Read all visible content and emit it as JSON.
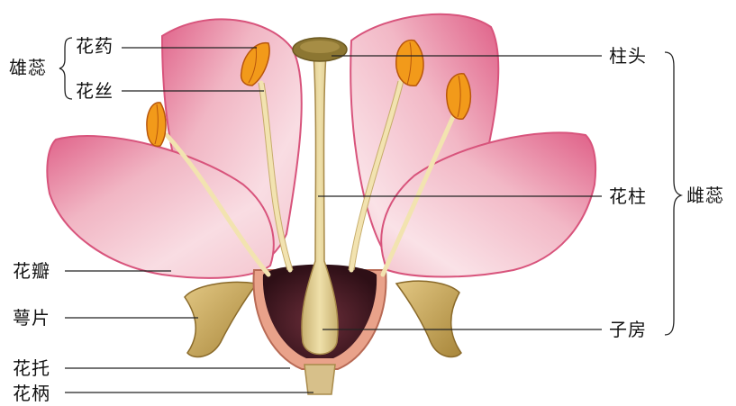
{
  "labels": {
    "stamen": "雄蕊",
    "anther": "花药",
    "filament": "花丝",
    "petal": "花瓣",
    "sepal": "萼片",
    "receptacle": "花托",
    "pedicel": "花柄",
    "stigma": "柱头",
    "style": "花柱",
    "ovary": "子房",
    "pistil": "雌蕊"
  },
  "colors": {
    "petal_edge": "#d9517a",
    "petal_fill": "#f3c2cc",
    "petal_light": "#fbe6ea",
    "ovary_dark": "#4a1f2a",
    "pistil": "#d9c58a",
    "stigma": "#8a7430",
    "sepal": "#c9ab5c",
    "anther": "#f29a1a",
    "line": "#222222"
  }
}
